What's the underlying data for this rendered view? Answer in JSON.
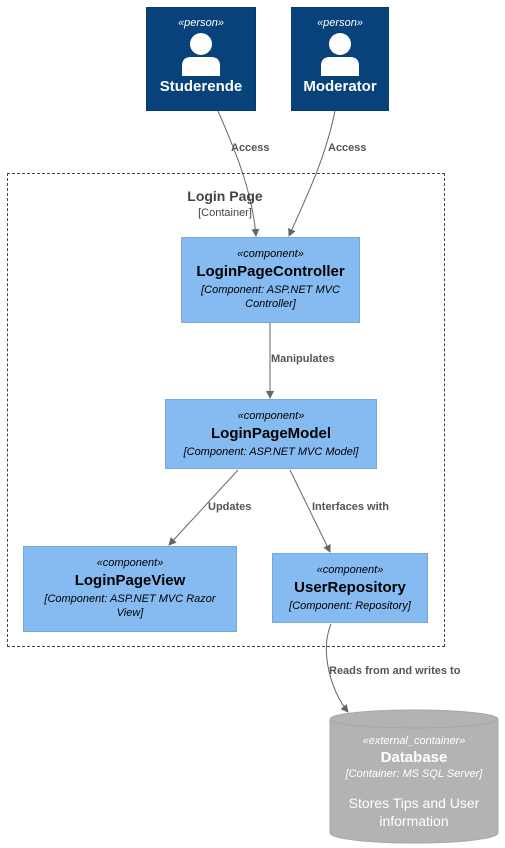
{
  "persons": [
    {
      "stereotype": "«person»",
      "name": "Studerende"
    },
    {
      "stereotype": "«person»",
      "name": "Moderator"
    }
  ],
  "boundary": {
    "title": "Login Page",
    "type": "[Container]"
  },
  "components": {
    "controller": {
      "stereotype": "«component»",
      "name": "LoginPageController",
      "tech": "[Component: ASP.NET MVC Controller]"
    },
    "model": {
      "stereotype": "«component»",
      "name": "LoginPageModel",
      "tech": "[Component: ASP.NET MVC Model]"
    },
    "view": {
      "stereotype": "«component»",
      "name": "LoginPageView",
      "tech": "[Component: ASP.NET MVC Razor View]"
    },
    "repository": {
      "stereotype": "«component»",
      "name": "UserRepository",
      "tech": "[Component: Repository]"
    }
  },
  "database": {
    "stereotype": "«external_container»",
    "name": "Database",
    "tech": "[Container: MS SQL Server]",
    "description": "Stores Tips and User information"
  },
  "relations": {
    "studerende_access": "Access",
    "moderator_access": "Access",
    "manipulates": "Manipulates",
    "updates": "Updates",
    "interfaces_with": "Interfaces with",
    "reads_writes": "Reads from and writes to"
  },
  "colors": {
    "person": "#08427B",
    "component": "#85BBF0",
    "external_container": "#B3B3B3",
    "arrow": "#666666"
  }
}
